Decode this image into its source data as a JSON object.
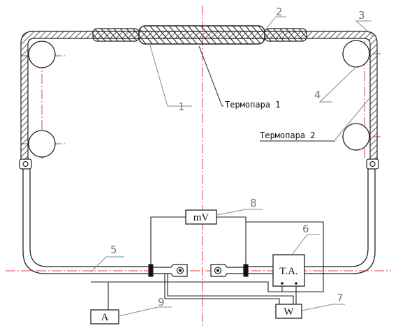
{
  "labels": {
    "n1": "1",
    "n2": "2",
    "n3": "3",
    "n4": "4",
    "n5": "5",
    "n6": "6",
    "n7": "7",
    "n8": "8",
    "n9": "9",
    "thermocouple_1": "Термопара 1",
    "thermocouple_2": "Термопара 2"
  },
  "instruments": {
    "millivoltmeter": "mV",
    "transformer": "T.A.",
    "wattmeter": "W",
    "ammeter": "A"
  },
  "colors": {
    "line": "#111111",
    "axis": "#e04040",
    "leader": "#888888",
    "hatch": "#444444"
  }
}
